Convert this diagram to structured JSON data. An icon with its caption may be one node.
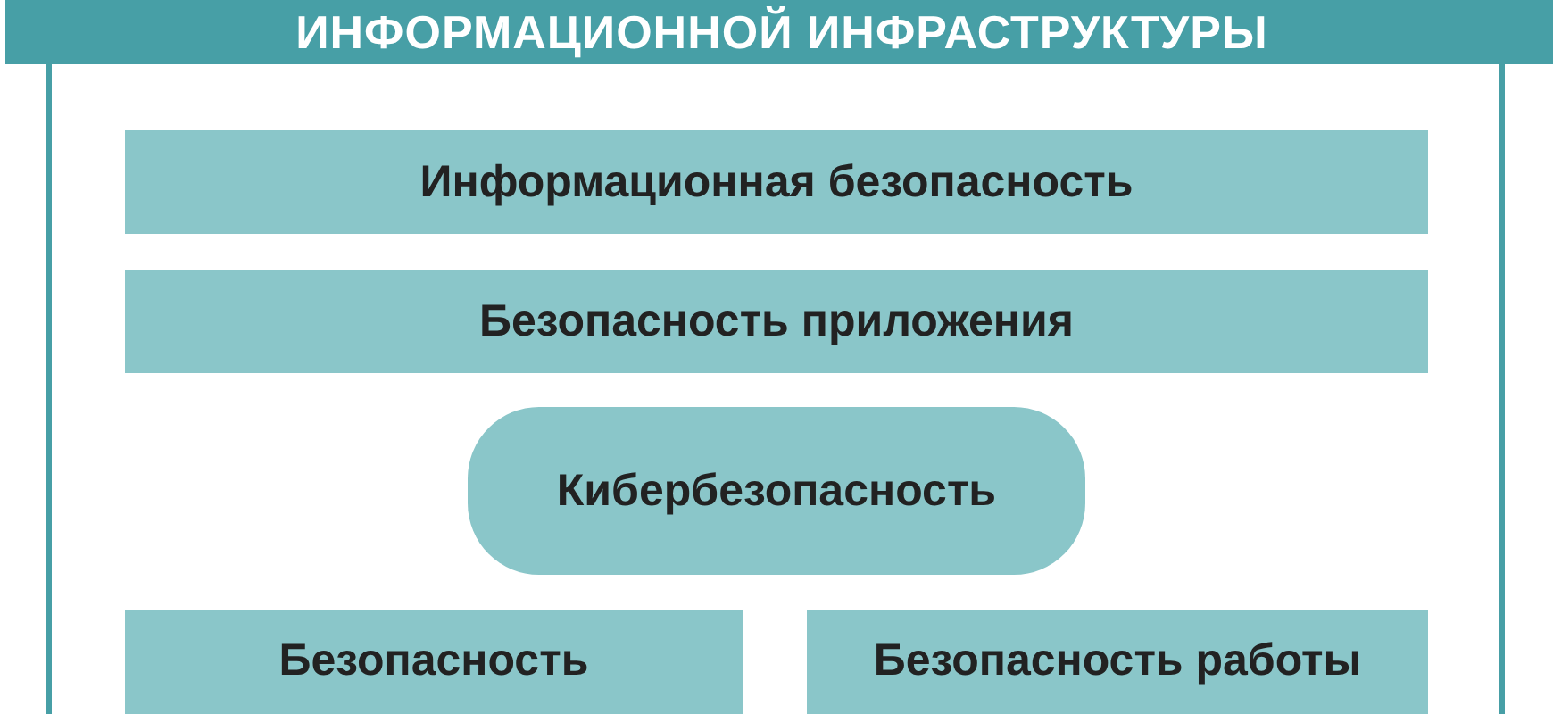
{
  "diagram": {
    "nodes": [
      {
        "text": [
          "ИНФОРМАЦИОННОЙ ИНФРАСТРУКТУРЫ"
        ]
      },
      {
        "text": [
          "Информационная безопасность"
        ],
        "in": 0
      },
      {
        "text": [
          "Безопасность приложения"
        ],
        "in": 0
      },
      {
        "text": [
          "Кибербезопасность"
        ],
        "in": 0
      },
      {
        "text": [
          "Безопасность"
        ],
        "in": 0
      },
      {
        "text": [
          "Безопасность работы"
        ],
        "in": 0
      }
    ]
  }
}
